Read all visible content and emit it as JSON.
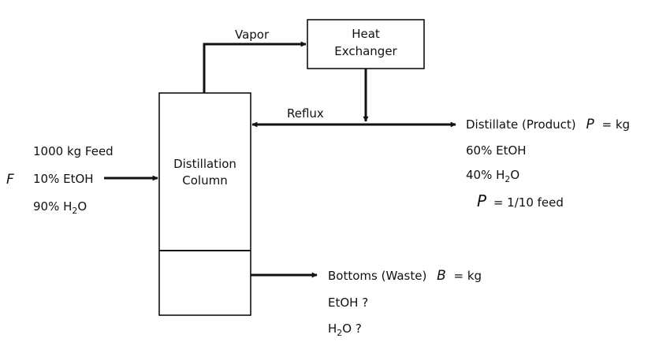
{
  "units": {
    "heat_exchanger": {
      "line1": "Heat",
      "line2": "Exchanger"
    },
    "column": {
      "line1": "Distillation",
      "line2": "Column"
    }
  },
  "streams": {
    "vapor": "Vapor",
    "reflux": "Reflux"
  },
  "feed": {
    "line1": "1000 kg Feed",
    "symbol": "F",
    "line2": "10% EtOH",
    "line3_prefix": "90% H",
    "line3_sub": "2",
    "line3_suffix": "O"
  },
  "distillate": {
    "label": "Distillate (Product)",
    "symbol": "P",
    "equals_unit": "= kg",
    "etoh": "60% EtOH",
    "water_prefix": "40% H",
    "water_sub": "2",
    "water_suffix": "O",
    "ratio_symbol": "P",
    "ratio_text": "= 1/10 feed"
  },
  "bottoms": {
    "label": "Bottoms (Waste)",
    "symbol": "B",
    "equals_unit": "= kg",
    "etoh": "EtOH ?",
    "water_prefix": "H",
    "water_sub": "2",
    "water_suffix": "O ?"
  },
  "colors": {
    "ink": "#111111",
    "background": "#ffffff"
  }
}
